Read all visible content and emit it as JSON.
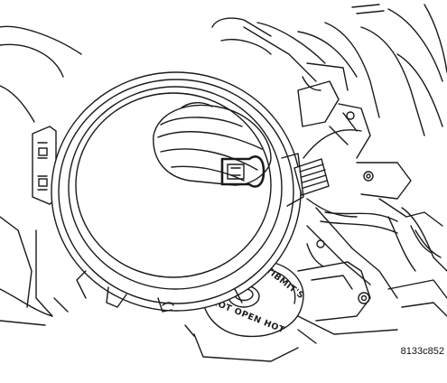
{
  "figure": {
    "code": "8133c852",
    "cap_text_top": "TIBMIT'S",
    "cap_text_bottom": "HOT OPEN HOT"
  }
}
